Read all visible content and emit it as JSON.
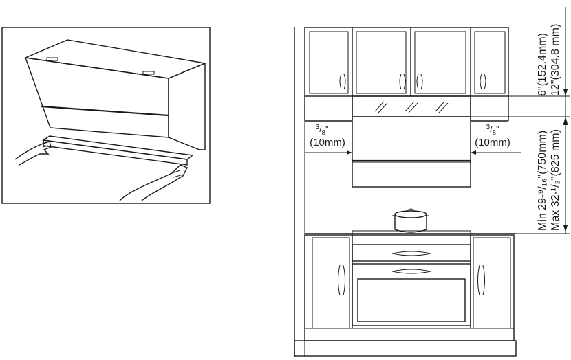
{
  "left_panel": {
    "icons": [
      "range-hood-icon",
      "hands-icon"
    ]
  },
  "right_panel": {
    "icons": [
      "upper-cabinets-icon",
      "pot-icon",
      "oven-icon",
      "lower-cabinets-icon"
    ],
    "side_gap_left": {
      "fraction_num": "3",
      "fraction_den": "8",
      "fraction_suffix": "\"",
      "metric": "(10mm)"
    },
    "side_gap_right": {
      "fraction_num": "3",
      "fraction_den": "8",
      "fraction_suffix": "\"",
      "metric": "(10mm)"
    },
    "top_clearance_min": "6\"(152.4mm)",
    "top_clearance_max": "12\"(304.8 mm)",
    "height_min": "Min 29-⁹/₁₆\"(750mm)",
    "height_max": "Max 32-¹/₂\"(825 mm)"
  }
}
